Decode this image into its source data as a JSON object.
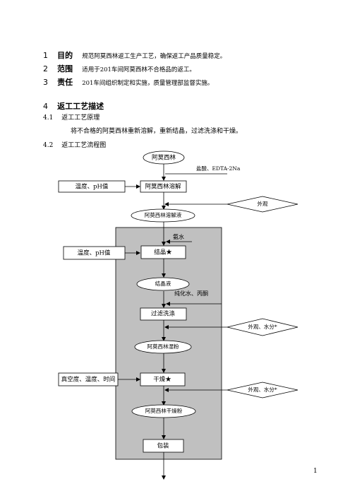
{
  "sections": [
    {
      "num": "1",
      "head": "目的",
      "text": "规范阿莫西林返工生产工艺，确保返工产品质量稳定。"
    },
    {
      "num": "2",
      "head": "范围",
      "text": "适用于201车间阿莫西林不合格品的返工。"
    },
    {
      "num": "3",
      "head": "责任",
      "text": "201车间组织制定和实施，质量管理部监督实施。"
    }
  ],
  "section4": {
    "num": "4",
    "head": "返工工艺描述"
  },
  "sub41": {
    "num": "4.1",
    "title": "返工工艺原理",
    "text": "将不合格的阿莫西林重新溶解，重新结晶，过滤洗涤和干燥。"
  },
  "sub42": {
    "num": "4.2",
    "title": "返工工艺流程图"
  },
  "flow": {
    "start": "阿莫西林",
    "input_acid": "盐酸、EDTA-2Na",
    "control_temp_ph_1": "温度、pH值",
    "dissolve": "阿莫西林溶解",
    "check_appearance": "外观",
    "solution": "阿莫西林溶解液",
    "input_ammonia": "氨水",
    "control_temp_ph_2": "温度、pH值",
    "crystallize": "结晶★",
    "crystal_liquid": "结晶液",
    "input_water_acetone": "纯化水、丙酮",
    "filter_wash": "过滤洗涤",
    "check_appearance_moisture_1": "外观、水分*",
    "wet_powder": "阿莫西林湿粉",
    "control_vacuum": "真空度、温度、时间",
    "dry": "干燥★",
    "check_appearance_moisture_2": "外观、水分*",
    "dry_powder": "阿莫西林干燥粉",
    "package": "包装"
  },
  "page_number": "1"
}
